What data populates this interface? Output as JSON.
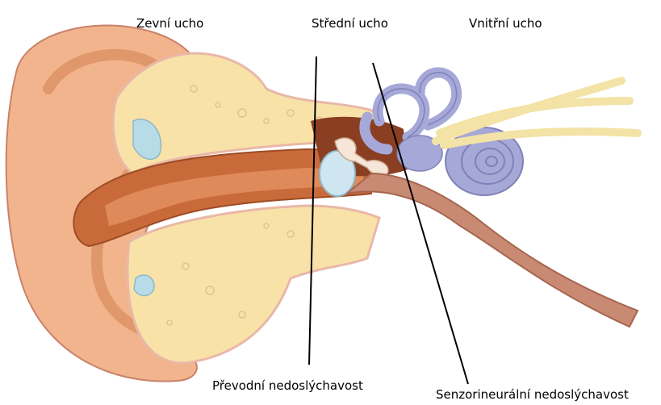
{
  "labels": {
    "outer_ear": "Zevní ucho",
    "middle_ear": "Střední ucho",
    "inner_ear": "Vnitřní ucho",
    "conductive_loss": "Převodní nedoslýchavost",
    "sensorineural_loss": "Senzorineurální nedoslýchavost"
  },
  "colors": {
    "skin": "#f2b48c",
    "skin_dark": "#d98b5c",
    "canal": "#c96a3a",
    "bone": "#f9e2a8",
    "cochlea": "#a6a8d8",
    "eustachian": "#c98a74",
    "nerve": "#f3e3a6",
    "line": "#000000"
  }
}
